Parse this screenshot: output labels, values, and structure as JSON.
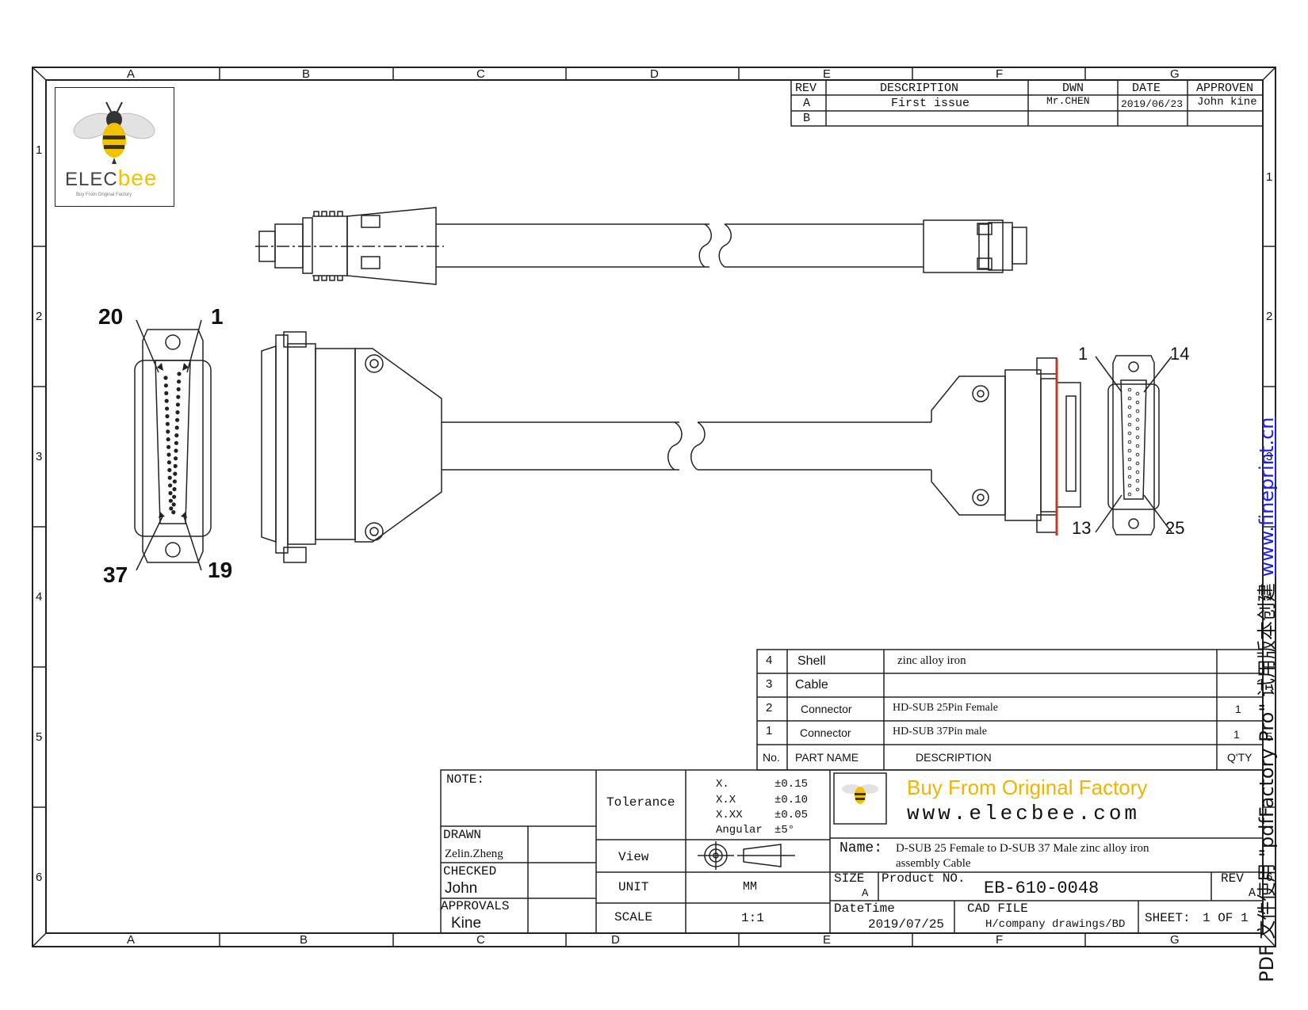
{
  "zones": {
    "columns": [
      "A",
      "B",
      "C",
      "D",
      "E",
      "F",
      "G"
    ],
    "rows": [
      "1",
      "2",
      "3",
      "4",
      "5",
      "6"
    ]
  },
  "logo": {
    "brand_left": "ELEC",
    "brand_right": "bee",
    "tagline": "Buy From Original Factory"
  },
  "revision_table": {
    "headers": [
      "REV",
      "DESCRIPTION",
      "DWN",
      "DATE",
      "APPROVEN"
    ],
    "rows": [
      [
        "A",
        "First issue",
        "Mr.CHEN",
        "2019/06/23",
        "John kine"
      ],
      [
        "B",
        "",
        "",
        "",
        ""
      ]
    ]
  },
  "pin_labels": {
    "male37": {
      "top_left": "20",
      "top_right": "1",
      "bottom_left": "37",
      "bottom_right": "19"
    },
    "female25": {
      "top_left": "1",
      "top_right": "14",
      "bottom_left": "13",
      "bottom_right": "25"
    }
  },
  "bom": {
    "headers": {
      "no": "No.",
      "part": "PART NAME",
      "desc": "DESCRIPTION",
      "qty": "Q'TY"
    },
    "rows": [
      {
        "no": "4",
        "part": "Shell",
        "desc": "zinc alloy iron",
        "qty": ""
      },
      {
        "no": "3",
        "part": "Cable",
        "desc": "",
        "qty": ""
      },
      {
        "no": "2",
        "part": "Connector",
        "desc": "HD-SUB 25Pin Female",
        "qty": "1"
      },
      {
        "no": "1",
        "part": "Connector",
        "desc": "HD-SUB 37Pin male",
        "qty": "1"
      }
    ]
  },
  "title_block": {
    "note_label": "NOTE:",
    "drawn_label": "DRAWN",
    "drawn_value": "Zelin.Zheng",
    "checked_label": "CHECKED",
    "checked_value": "John",
    "approvals_label": "APPROVALS",
    "approvals_value": "Kine",
    "tolerance_label": "Tolerance",
    "tolerances": [
      {
        "key": "X.",
        "value": "±0.15"
      },
      {
        "key": "X.X",
        "value": "±0.10"
      },
      {
        "key": "X.XX",
        "value": "±0.05"
      },
      {
        "key": "Angular",
        "value": "±5°"
      }
    ],
    "view_label": "View",
    "unit_label": "UNIT",
    "unit_value": "MM",
    "scale_label": "SCALE",
    "scale_value": "1:1",
    "slogan": "Buy From Original  Factory",
    "website": "www.elecbee.com",
    "name_label": "Name:",
    "name_line1": "D-SUB 25 Female to D-SUB 37 Male zinc alloy iron",
    "name_line2": "assembly  Cable",
    "size_label": "SIZE",
    "size_value": "A",
    "product_label": "Product NO.",
    "product_value": "EB-610-0048",
    "rev_label": "REV",
    "rev_value": "A",
    "datetime_label": "DateTime",
    "datetime_value": "2019/07/25",
    "cad_label": "CAD FILE",
    "cad_value": "H/company drawings/BD",
    "sheet_label": "SHEET:",
    "sheet_value": "1 OF 1"
  },
  "watermark": {
    "text": "PDF 文件使用 \"pdfFactory Pro\" 试用版本创建 ",
    "link": "www.fineprint.cn"
  },
  "colors": {
    "line": "#222222",
    "slogan": "#f0b400",
    "bee_yellow": "#f2c200",
    "flange_red": "#c0392b",
    "link": "#1a1aff"
  }
}
